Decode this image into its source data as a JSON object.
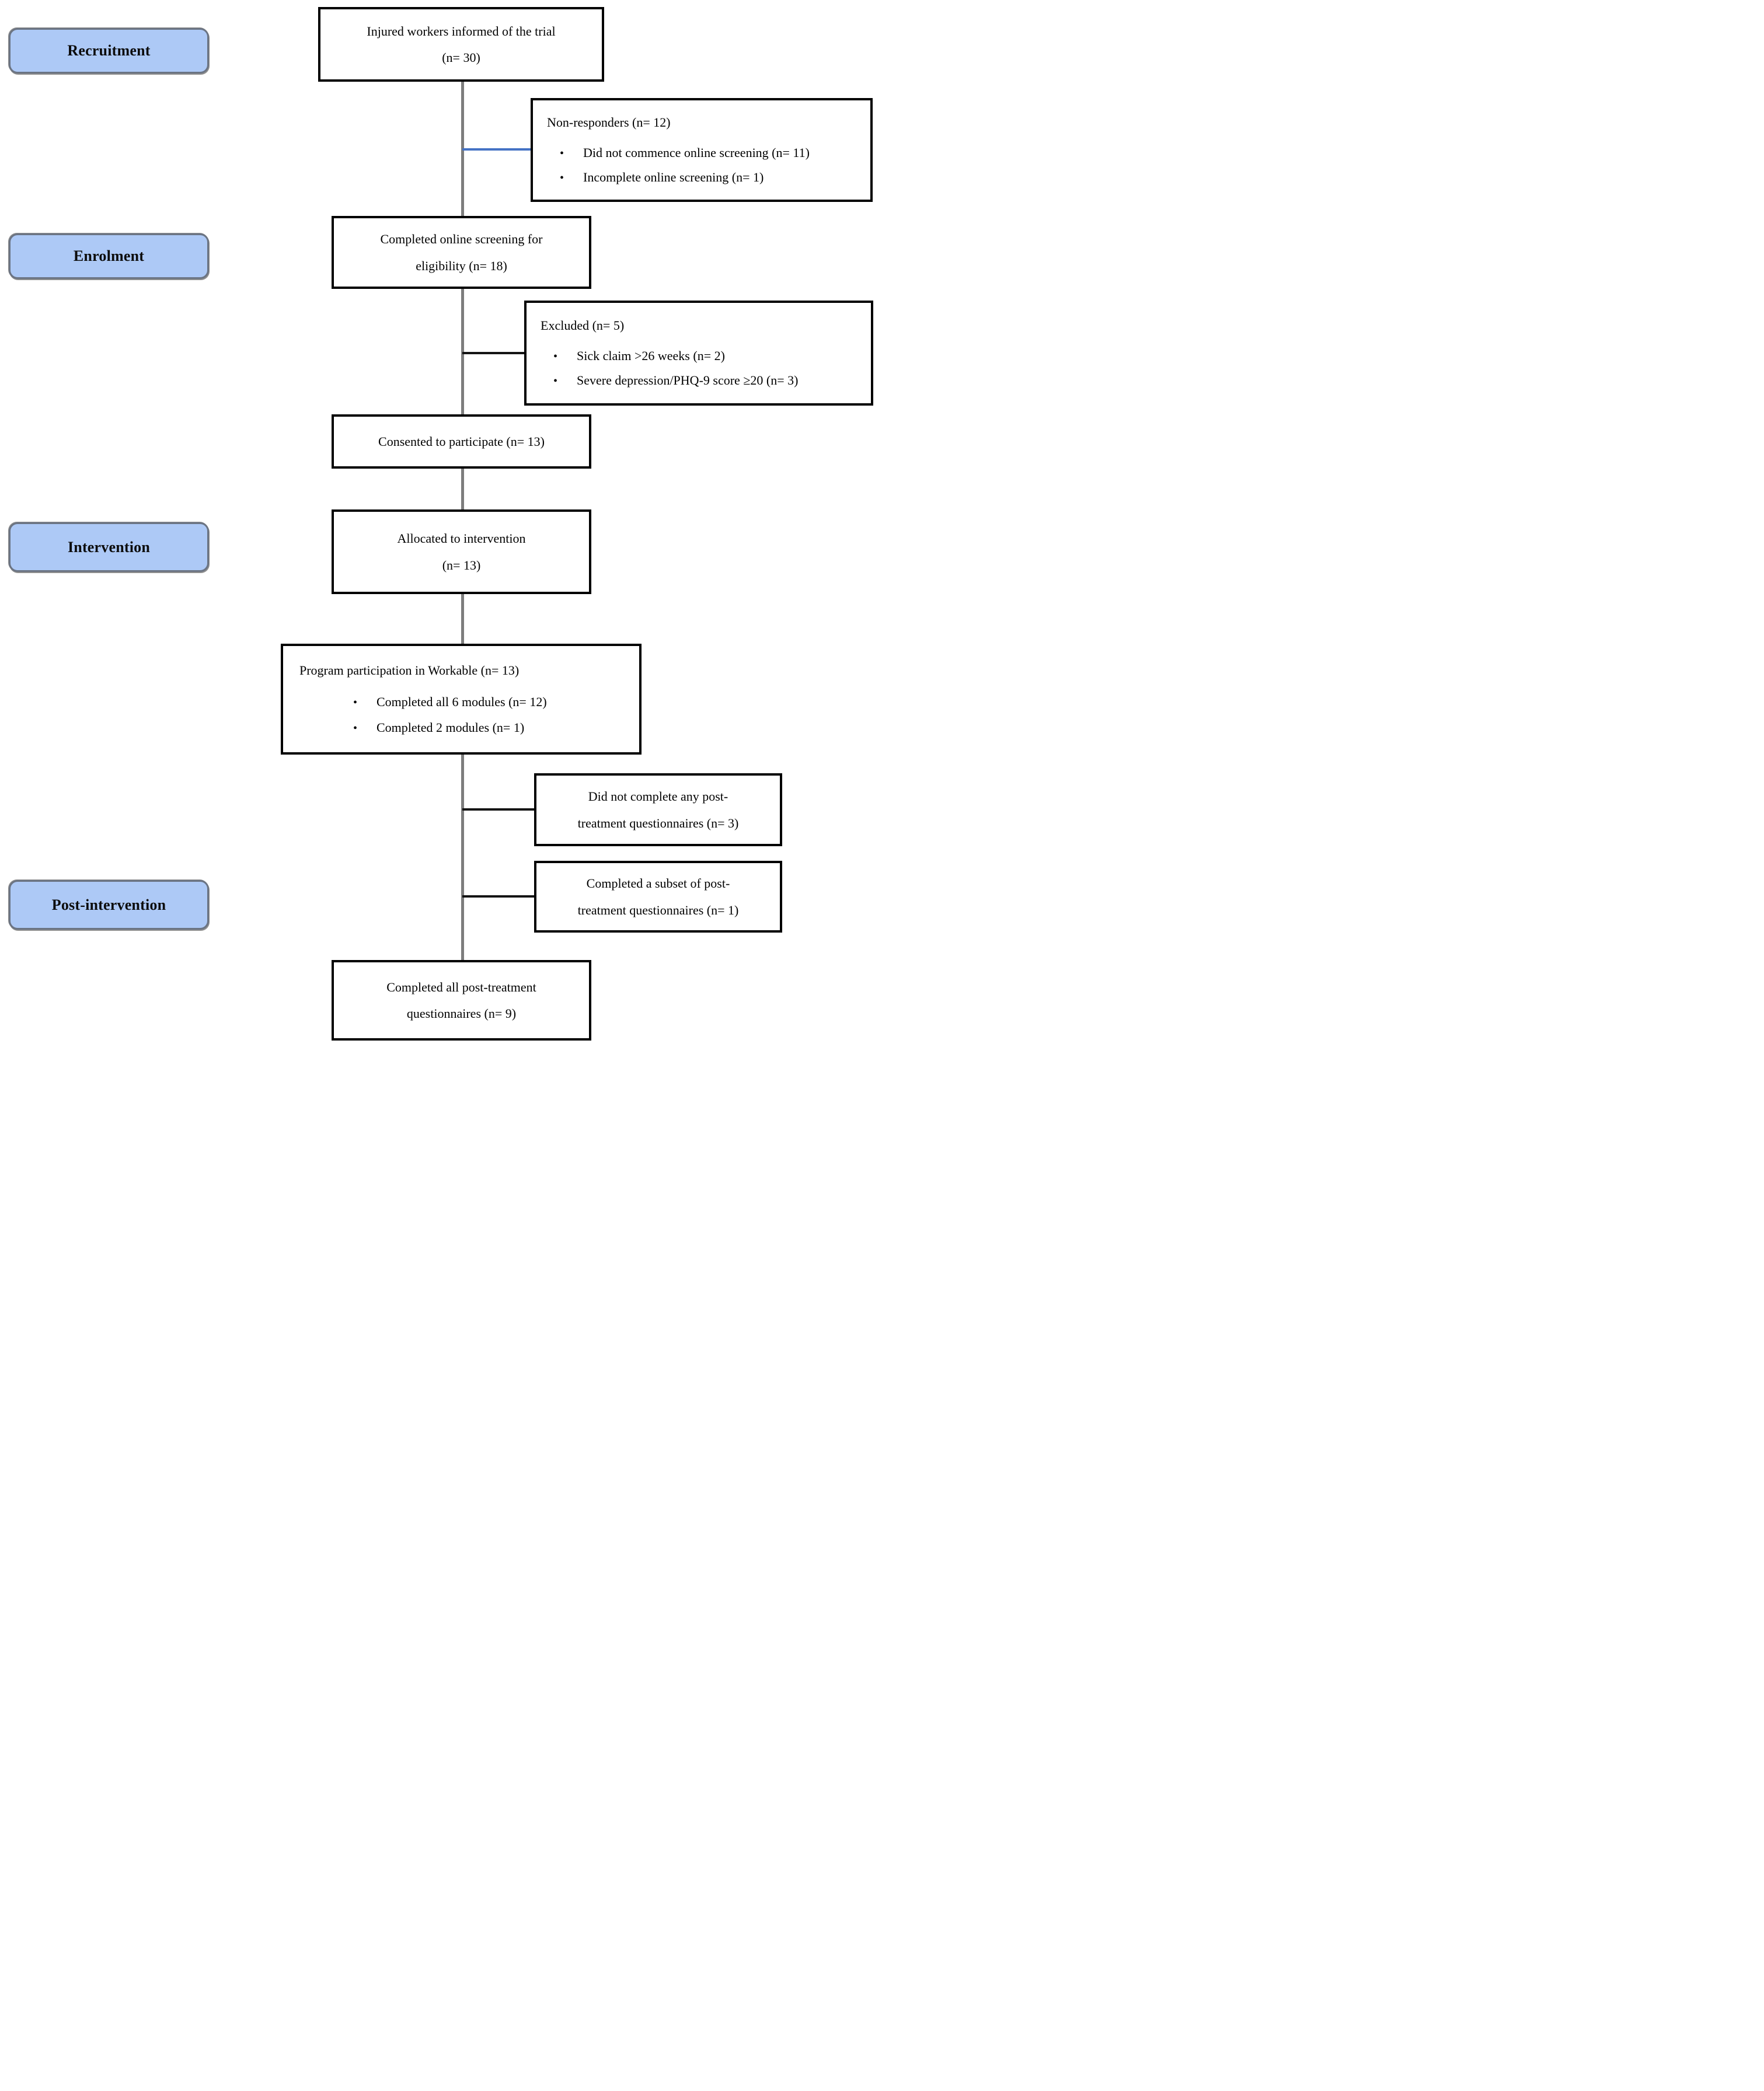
{
  "palette": {
    "stage_fill": "#adc9f6",
    "stage_border": "#6b7483",
    "flow_box_border": "#000000",
    "trunk_line": "#7d7d7d",
    "branch_blue": "#4472c4",
    "branch_dark": "#141414",
    "text": "#000000"
  },
  "stages": [
    {
      "label": "Recruitment"
    },
    {
      "label": "Enrolment"
    },
    {
      "label": "Intervention"
    },
    {
      "label": "Post-intervention"
    }
  ],
  "flow": {
    "informed": {
      "line1": "Injured workers informed of the trial",
      "line2": "(n= 30)"
    },
    "non_responders": {
      "title": "Non-responders (n= 12)",
      "bullet_glyph": "•",
      "bullets": [
        "Did not commence online screening (n= 11)",
        "Incomplete online screening (n= 1)"
      ]
    },
    "screening": {
      "line1": "Completed online screening for",
      "line2": "eligibility (n= 18)"
    },
    "excluded": {
      "title": "Excluded (n= 5)",
      "bullet_glyph": "•",
      "bullets": [
        "Sick claim >26 weeks (n= 2)",
        "Severe depression/PHQ-9 score ≥20 (n= 3)"
      ]
    },
    "consented": {
      "line1": "Consented to participate (n= 13)"
    },
    "allocated": {
      "line1": "Allocated to intervention",
      "line2": "(n= 13)"
    },
    "participation": {
      "title": "Program participation in Workable (n= 13)",
      "bullet_glyph": "•",
      "bullets": [
        "Completed all 6 modules (n= 12)",
        "Completed 2 modules (n= 1)"
      ]
    },
    "no_post": {
      "line1": "Did not complete any post-",
      "line2": "treatment questionnaires (n= 3)"
    },
    "subset_post": {
      "line1": "Completed a subset of post-",
      "line2": "treatment questionnaires (n= 1)"
    },
    "all_post": {
      "line1": "Completed all post-treatment",
      "line2": "questionnaires (n= 9)"
    }
  }
}
